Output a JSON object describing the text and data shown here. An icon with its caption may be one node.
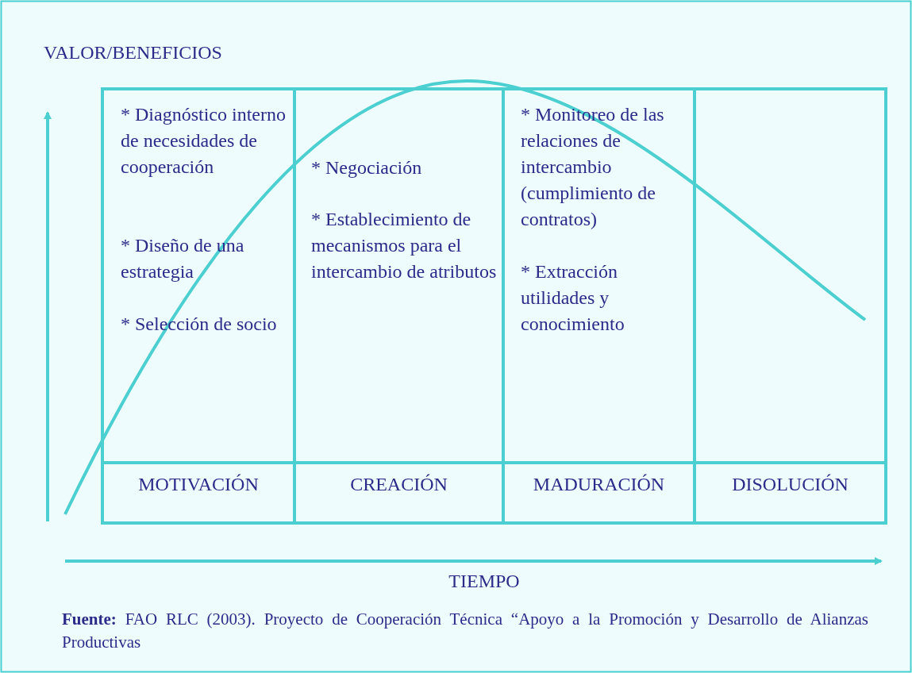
{
  "diagram": {
    "caption": "**Fuente:** FAO RLC (2003). Proyecto de Cooperación Técnica “Apoyo a la Promoción y Desarrollo de Alianzas Productivas",
    "labels": [
      "VALOR/BENEFICIOS",
      "* Diagnóstico interno de necesidades de cooperación",
      "* Diseño de una estrategia",
      "* Selección de socio",
      "* Negociación",
      "* Establecimiento de mecanismos para el intercambio de atributos",
      "* Monitoreo de las relaciones de intercambio (cumplimiento de contratos)",
      "* Extracción utilidades y conocimiento",
      "MOTIVACIÓN",
      "CREACIÓN",
      "MADURACIÓN",
      "DISOLUCIÓN",
      "TIEMPO"
    ]
  }
}
